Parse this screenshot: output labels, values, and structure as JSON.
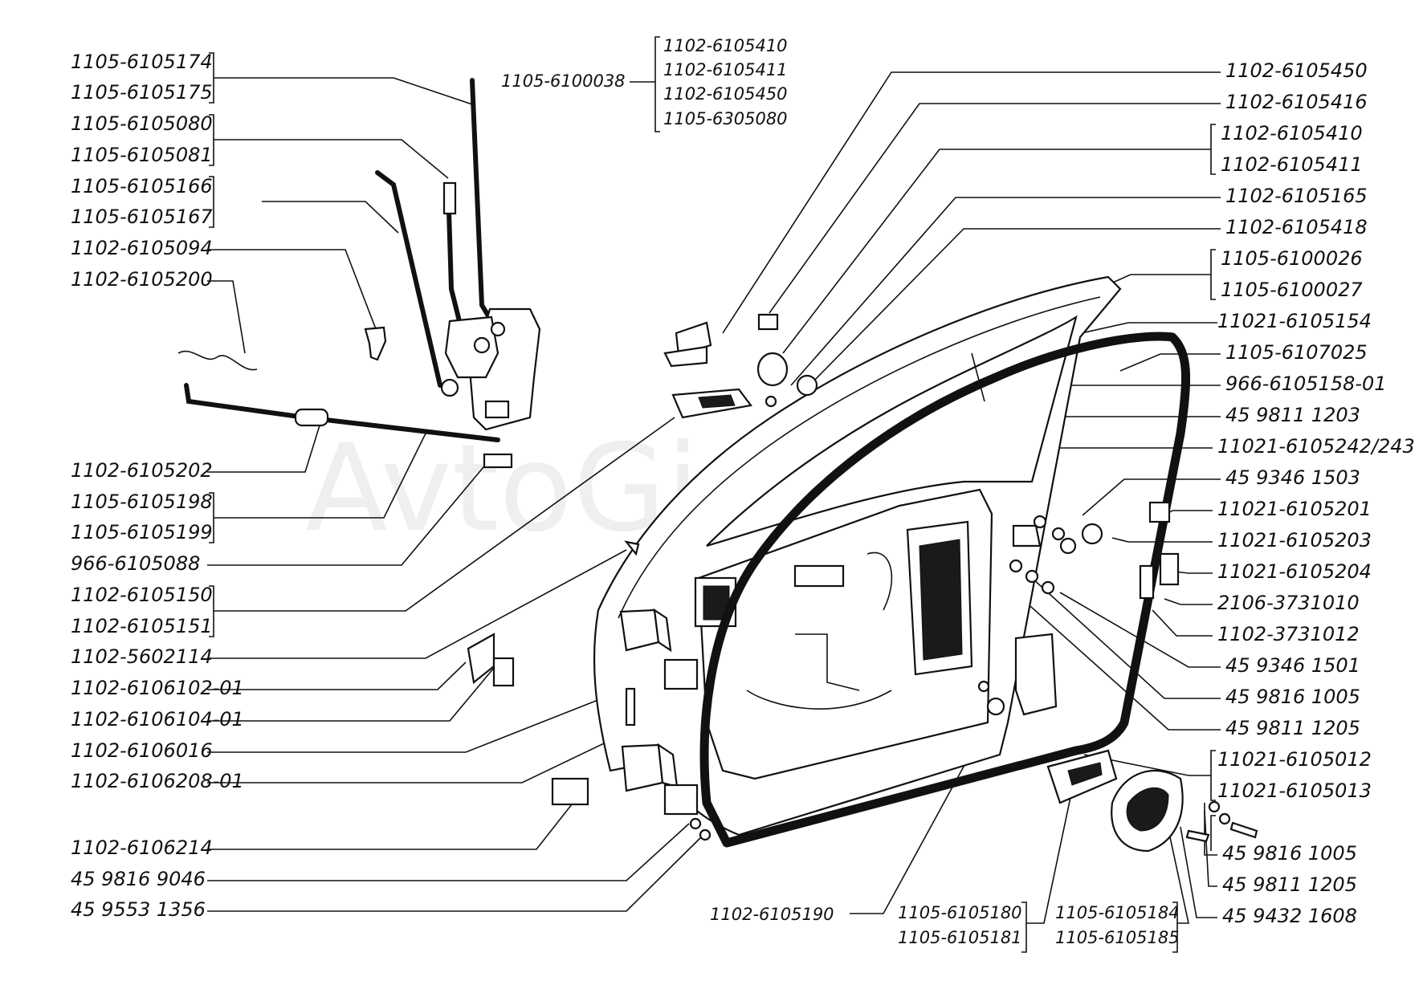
{
  "diagram": {
    "watermark": "AvtoGid",
    "left_labels": [
      "1105-6105174",
      "1105-6105175",
      "1105-6105080",
      "1105-6105081",
      "1105-6105166",
      "1105-6105167",
      "1102-6105094",
      "1102-6105200",
      "1102-6105202",
      "1105-6105198",
      "1105-6105199",
      "966-6105088",
      "1102-6105150",
      "1102-6105151",
      "1102-5602114",
      "1102-6106102-01",
      "1102-6106104-01",
      "1102-6106016",
      "1102-6106208-01",
      "1102-6106214",
      "45 9816 9046",
      "45 9553 1356"
    ],
    "top_group": {
      "main": "1105-6100038",
      "items": [
        "1102-6105410",
        "1102-6105411",
        "1102-6105450",
        "1105-6305080"
      ]
    },
    "right_labels": [
      "1102-6105450",
      "1102-6105416",
      "1102-6105410",
      "1102-6105411",
      "1102-6105165",
      "1102-6105418",
      "1105-6100026",
      "1105-6100027",
      "11021-6105154",
      "1105-6107025",
      "966-6105158-01",
      "45 9811 1203",
      "11021-6105242/243",
      "45 9346 1503",
      "11021-6105201",
      "11021-6105203",
      "11021-6105204",
      "2106-3731010",
      "1102-3731012",
      "45 9346 1501",
      "45 9816 1005",
      "45 9811 1205",
      "11021-6105012",
      "11021-6105013",
      "45 9816 1005",
      "45 9811 1205",
      "45 9432 1608"
    ],
    "bottom_labels": [
      "1102-6105190",
      "1105-6105180",
      "1105-6105181",
      "1105-6105184",
      "1105-6105185"
    ]
  }
}
